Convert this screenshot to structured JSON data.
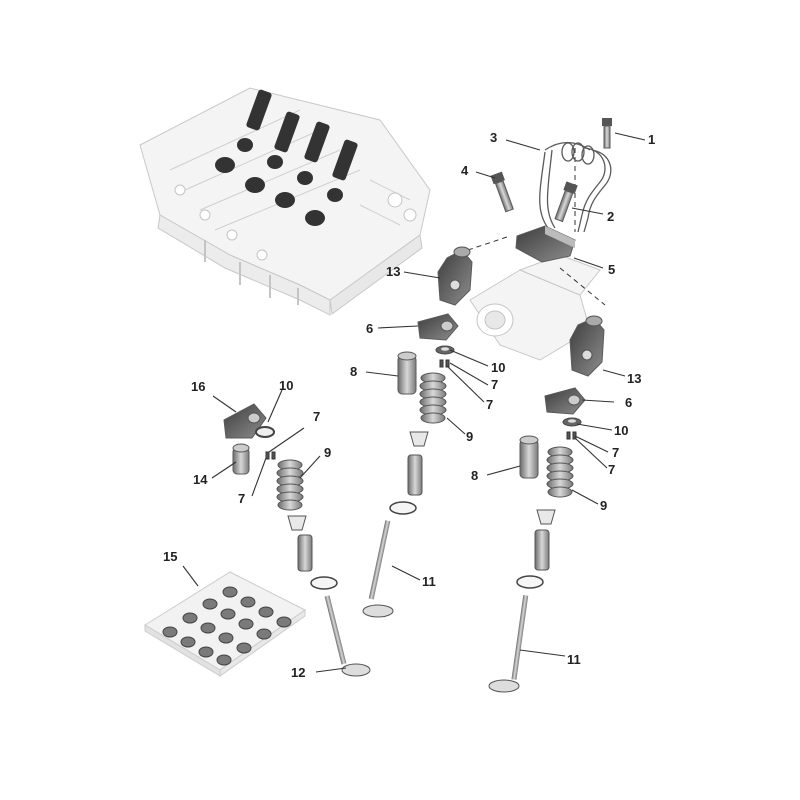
{
  "diagram": {
    "callouts": [
      {
        "id": "c1",
        "text": "1"
      },
      {
        "id": "c2",
        "text": "2"
      },
      {
        "id": "c3",
        "text": "3"
      },
      {
        "id": "c4",
        "text": "4"
      },
      {
        "id": "c5",
        "text": "5"
      },
      {
        "id": "c6a",
        "text": "6"
      },
      {
        "id": "c6b",
        "text": "6"
      },
      {
        "id": "c7a",
        "text": "7"
      },
      {
        "id": "c7b",
        "text": "7"
      },
      {
        "id": "c7c",
        "text": "7"
      },
      {
        "id": "c7d",
        "text": "7"
      },
      {
        "id": "c7e",
        "text": "7"
      },
      {
        "id": "c7f",
        "text": "7"
      },
      {
        "id": "c8a",
        "text": "8"
      },
      {
        "id": "c8b",
        "text": "8"
      },
      {
        "id": "c9a",
        "text": "9"
      },
      {
        "id": "c9b",
        "text": "9"
      },
      {
        "id": "c9c",
        "text": "9"
      },
      {
        "id": "c10a",
        "text": "10"
      },
      {
        "id": "c10b",
        "text": "10"
      },
      {
        "id": "c10c",
        "text": "10"
      },
      {
        "id": "c11a",
        "text": "11"
      },
      {
        "id": "c11b",
        "text": "11"
      },
      {
        "id": "c12",
        "text": "12"
      },
      {
        "id": "c13a",
        "text": "13"
      },
      {
        "id": "c13b",
        "text": "13"
      },
      {
        "id": "c14",
        "text": "14"
      },
      {
        "id": "c15",
        "text": "15"
      },
      {
        "id": "c16",
        "text": "16"
      }
    ],
    "colors": {
      "line": "#333333",
      "part_dark": "#4a4a4a",
      "part_mid": "#9a9a9a",
      "part_light": "#e6e6e6",
      "ghost": "#c8c8c8"
    }
  }
}
